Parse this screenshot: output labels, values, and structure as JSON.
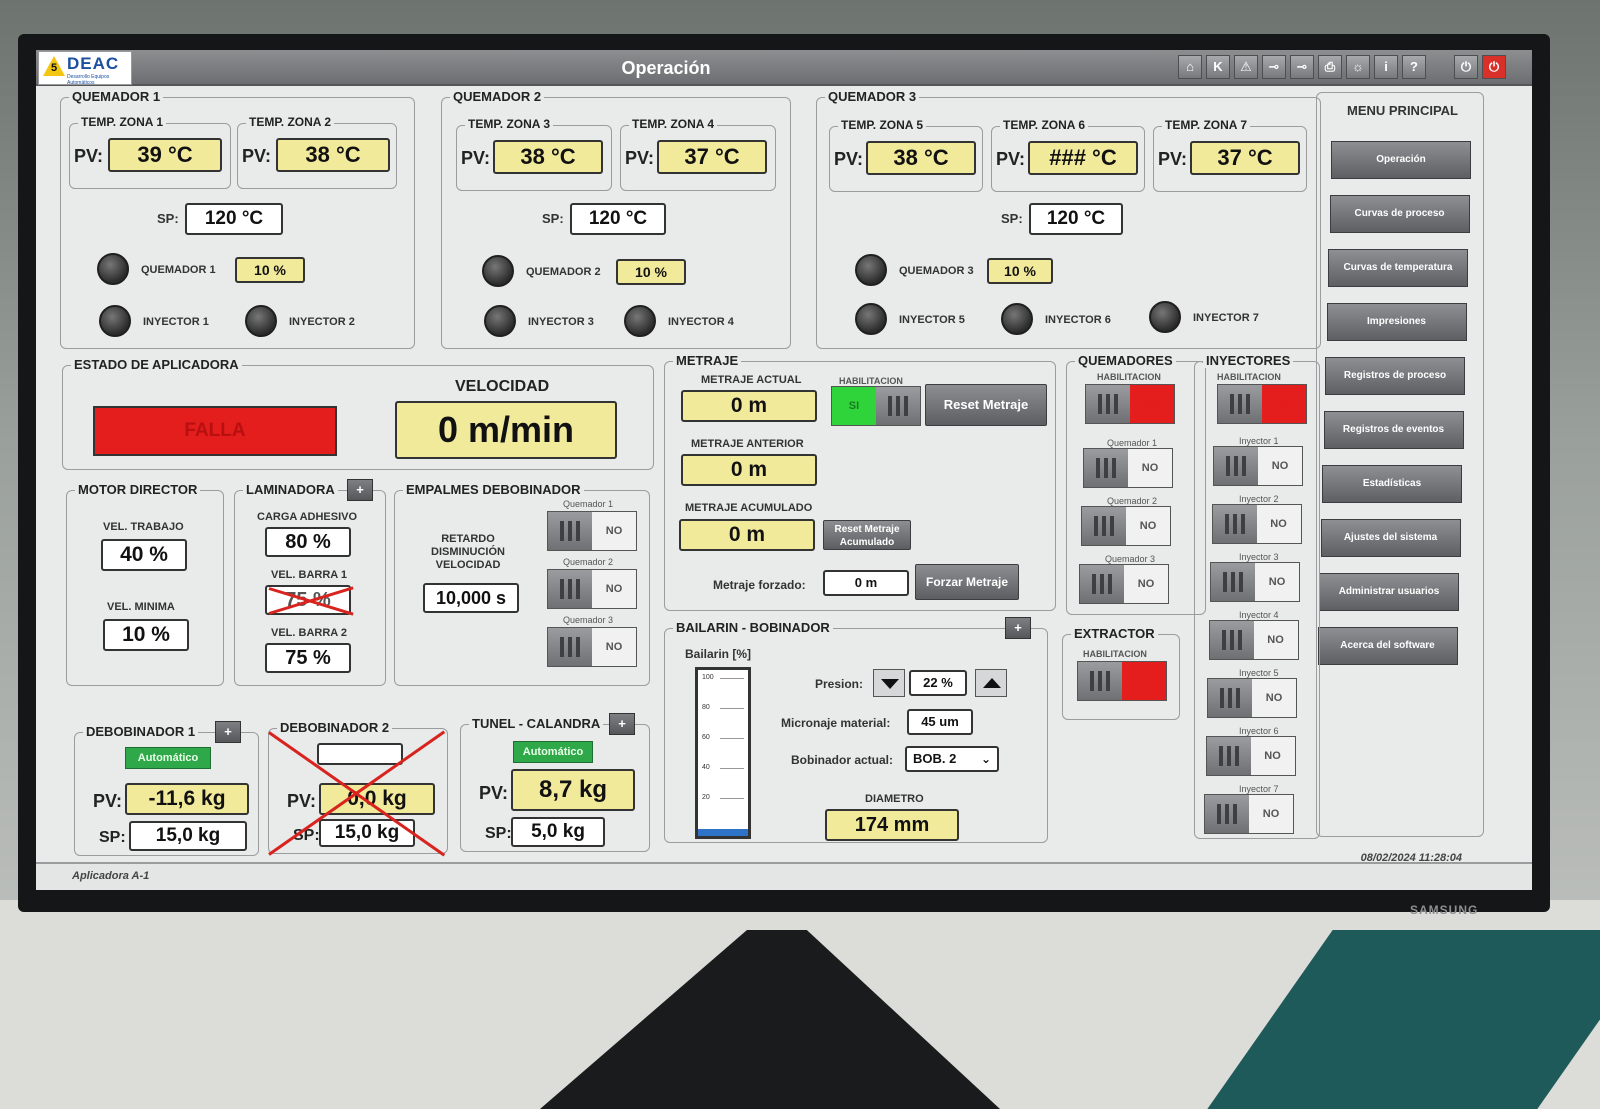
{
  "app": {
    "title": "Operación",
    "logo_text": "DEAC",
    "logo_subtitle": "Desarrollo Equipos Automáticos",
    "warning_badge": "5",
    "footer_machine": "Aplicadora A-1",
    "footer_datetime": "08/02/2024 11:28:04",
    "monitor_brand": "SAMSUNG",
    "toolbar_icons": [
      "home-icon",
      "k-icon",
      "alarm-icon",
      "key-icon",
      "key2-icon",
      "printer-icon",
      "bulb-icon",
      "info-icon",
      "help-icon",
      "power-icon",
      "shutdown-icon"
    ],
    "toolbar_glyphs": [
      "⌂",
      "K",
      "⚠",
      "⊸",
      "⊸",
      "⎙",
      "☼",
      "i",
      "?",
      "⏻",
      "⏻"
    ]
  },
  "quemador1": {
    "legend": "QUEMADOR 1",
    "zones": [
      {
        "label": "TEMP. ZONA 1",
        "pv_label": "PV:",
        "pv": "39 °C"
      },
      {
        "label": "TEMP. ZONA 2",
        "pv_label": "PV:",
        "pv": "38 °C"
      }
    ],
    "sp_label": "SP:",
    "sp": "120 °C",
    "burner_label": "QUEMADOR 1",
    "burner_pct": "10 %",
    "injectors": [
      "INYECTOR 1",
      "INYECTOR 2"
    ]
  },
  "quemador2": {
    "legend": "QUEMADOR 2",
    "zones": [
      {
        "label": "TEMP. ZONA 3",
        "pv_label": "PV:",
        "pv": "38 °C"
      },
      {
        "label": "TEMP. ZONA 4",
        "pv_label": "PV:",
        "pv": "37 °C"
      }
    ],
    "sp_label": "SP:",
    "sp": "120 °C",
    "burner_label": "QUEMADOR 2",
    "burner_pct": "10 %",
    "injectors": [
      "INYECTOR 3",
      "INYECTOR 4"
    ]
  },
  "quemador3": {
    "legend": "QUEMADOR 3",
    "zones": [
      {
        "label": "TEMP. ZONA 5",
        "pv_label": "PV:",
        "pv": "38 °C"
      },
      {
        "label": "TEMP. ZONA 6",
        "pv_label": "PV:",
        "pv": "### °C"
      },
      {
        "label": "TEMP. ZONA 7",
        "pv_label": "PV:",
        "pv": "37 °C"
      }
    ],
    "sp_label": "SP:",
    "sp": "120 °C",
    "burner_label": "QUEMADOR 3",
    "burner_pct": "10 %",
    "injectors": [
      "INYECTOR 5",
      "INYECTOR 6",
      "INYECTOR 7"
    ]
  },
  "estado": {
    "legend": "ESTADO DE APLICADORA",
    "status": "FALLA",
    "status_color": "#e41d1d",
    "speed_label": "VELOCIDAD",
    "speed": "0 m/min"
  },
  "motor": {
    "legend": "MOTOR DIRECTOR",
    "vel_trabajo_label": "VEL. TRABAJO",
    "vel_trabajo": "40 %",
    "vel_minima_label": "VEL. MINIMA",
    "vel_minima": "10 %"
  },
  "laminadora": {
    "legend": "LAMINADORA",
    "carga_label": "CARGA ADHESIVO",
    "carga": "80 %",
    "barra1_label": "VEL. BARRA 1",
    "barra1": "75 %",
    "barra2_label": "VEL. BARRA 2",
    "barra2": "75 %"
  },
  "empalmes": {
    "legend": "EMPALMES DEBOBINADOR",
    "retardo_label": "RETARDO DISMINUCIÓN VELOCIDAD",
    "retardo": "10,000 s",
    "toggles": [
      {
        "label": "Quemador 1",
        "state": "NO"
      },
      {
        "label": "Quemador 2",
        "state": "NO"
      },
      {
        "label": "Quemador 3",
        "state": "NO"
      }
    ]
  },
  "metraje": {
    "legend": "METRAJE",
    "actual_label": "METRAJE ACTUAL",
    "actual": "0 m",
    "anterior_label": "METRAJE ANTERIOR",
    "anterior": "0 m",
    "acumulado_label": "METRAJE ACUMULADO",
    "acumulado": "0 m",
    "habilitacion_label": "HABILITACION",
    "habilitacion_state": "SI",
    "reset_label": "Reset Metraje",
    "reset_acum_label": "Reset Metraje Acumulado",
    "forzado_label": "Metraje forzado:",
    "forzado": "0 m",
    "forzar_label": "Forzar Metraje"
  },
  "bailarin": {
    "legend": "BAILARIN - BOBINADOR",
    "gauge_label": "Bailarin [%]",
    "gauge_ticks": [
      "100",
      "80",
      "60",
      "40",
      "20"
    ],
    "gauge_level": 2,
    "presion_label": "Presion:",
    "presion": "22 %",
    "micronaje_label": "Micronaje material:",
    "micronaje": "45 um",
    "bobinador_label": "Bobinador actual:",
    "bobinador": "BOB. 2",
    "diametro_label": "DIAMETRO",
    "diametro": "174 mm"
  },
  "debobinador1": {
    "legend": "DEBOBINADOR 1",
    "mode": "Automático",
    "pv_label": "PV:",
    "pv": "-11,6 kg",
    "sp_label": "SP:",
    "sp": "15,0 kg"
  },
  "debobinador2": {
    "legend": "DEBOBINADOR 2",
    "mode": "",
    "pv_label": "PV:",
    "pv": "0,0 kg",
    "sp_label": "SP:",
    "sp": "15,0 kg"
  },
  "tunel": {
    "legend": "TUNEL - CALANDRA",
    "mode": "Automático",
    "pv_label": "PV:",
    "pv": "8,7 kg",
    "sp_label": "SP:",
    "sp": "5,0 kg"
  },
  "quemadores": {
    "legend": "QUEMADORES",
    "habilitacion_label": "HABILITACION",
    "habilitacion_state": "NO",
    "toggles": [
      {
        "label": "Quemador 1",
        "state": "NO"
      },
      {
        "label": "Quemador 2",
        "state": "NO"
      },
      {
        "label": "Quemador 3",
        "state": "NO"
      }
    ]
  },
  "extractor": {
    "legend": "EXTRACTOR",
    "habilitacion_label": "HABILITACION",
    "habilitacion_state": "NO"
  },
  "inyectores": {
    "legend": "INYECTORES",
    "habilitacion_label": "HABILITACION",
    "habilitacion_state": "NO",
    "toggles": [
      {
        "label": "Inyector 1",
        "state": "NO"
      },
      {
        "label": "Inyector 2",
        "state": "NO"
      },
      {
        "label": "Inyector 3",
        "state": "NO"
      },
      {
        "label": "Inyector 4",
        "state": "NO"
      },
      {
        "label": "Inyector 5",
        "state": "NO"
      },
      {
        "label": "Inyector 6",
        "state": "NO"
      },
      {
        "label": "Inyector 7",
        "state": "NO"
      }
    ]
  },
  "menu": {
    "title": "MENU PRINCIPAL",
    "items": [
      "Operación",
      "Curvas de proceso",
      "Curvas de temperatura",
      "Impresiones",
      "Registros de proceso",
      "Registros de eventos",
      "Estadísticas",
      "Ajustes del sistema",
      "Administrar usuarios",
      "Acerca del software"
    ]
  },
  "colors": {
    "display_yellow": "#f2ea9b",
    "fault_red": "#e41d1d",
    "enable_green": "#2fd33a",
    "auto_green": "#2fa84a",
    "button_gray": "#6c6e71"
  }
}
